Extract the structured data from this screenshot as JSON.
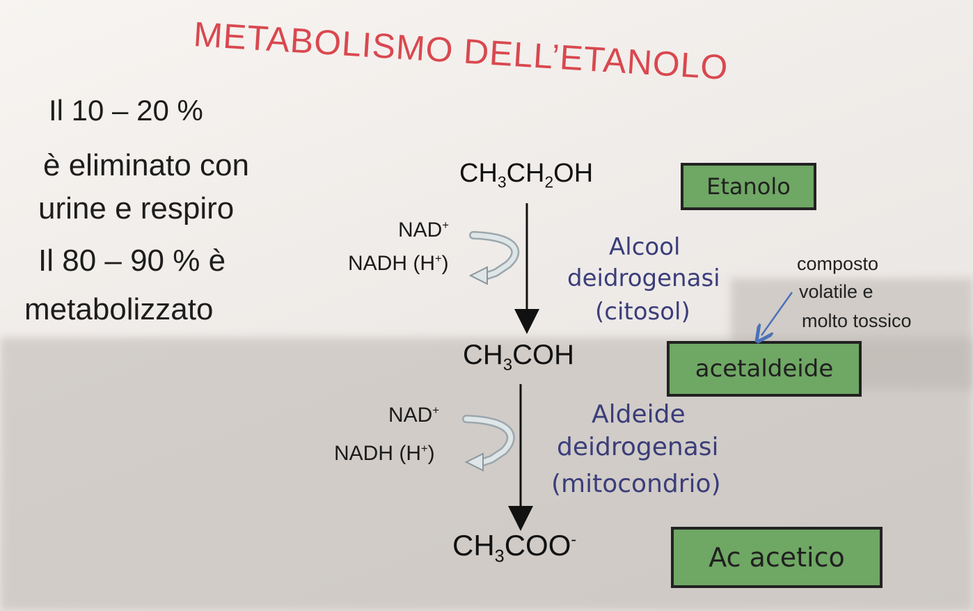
{
  "title": "METABOLISMO DELL’ETANOLO",
  "left_text": {
    "line1": "Il 10 – 20 %",
    "line2": "è eliminato con",
    "line3": "urine e respiro",
    "line4": "Il 80 – 90 % è",
    "line5": "metabolizzato"
  },
  "compounds": [
    {
      "main": "CH",
      "sub1": "3",
      "mid": "CH",
      "sub2": "2",
      "end": "OH",
      "label": "Etanolo"
    },
    {
      "main": "CH",
      "sub1": "3",
      "mid": "COH",
      "label": "acetaldeide"
    },
    {
      "main": "CH",
      "sub1": "3",
      "mid": "COO",
      "sup": "-",
      "label": "Ac acetico"
    }
  ],
  "steps": [
    {
      "nad": "NAD",
      "nad_sup": "+",
      "nadh": "NADH (H",
      "nadh_sup": "+",
      "nadh_end": ")",
      "enzyme": [
        "Alcool",
        "deidrogenasi",
        "(citosol)"
      ]
    },
    {
      "nad": "NAD",
      "nad_sup": "+",
      "nadh": "NADH (H",
      "nadh_sup": "+",
      "nadh_end": ")",
      "enzyme": [
        "Aldeide",
        "deidrogenasi",
        "(mitocondrio)"
      ]
    }
  ],
  "note": [
    "composto",
    "volatile e",
    "molto tossico"
  ],
  "colors": {
    "title": "#d9484f",
    "box_fill": "#6fa764",
    "enzyme_text": "#3a3d7a"
  }
}
